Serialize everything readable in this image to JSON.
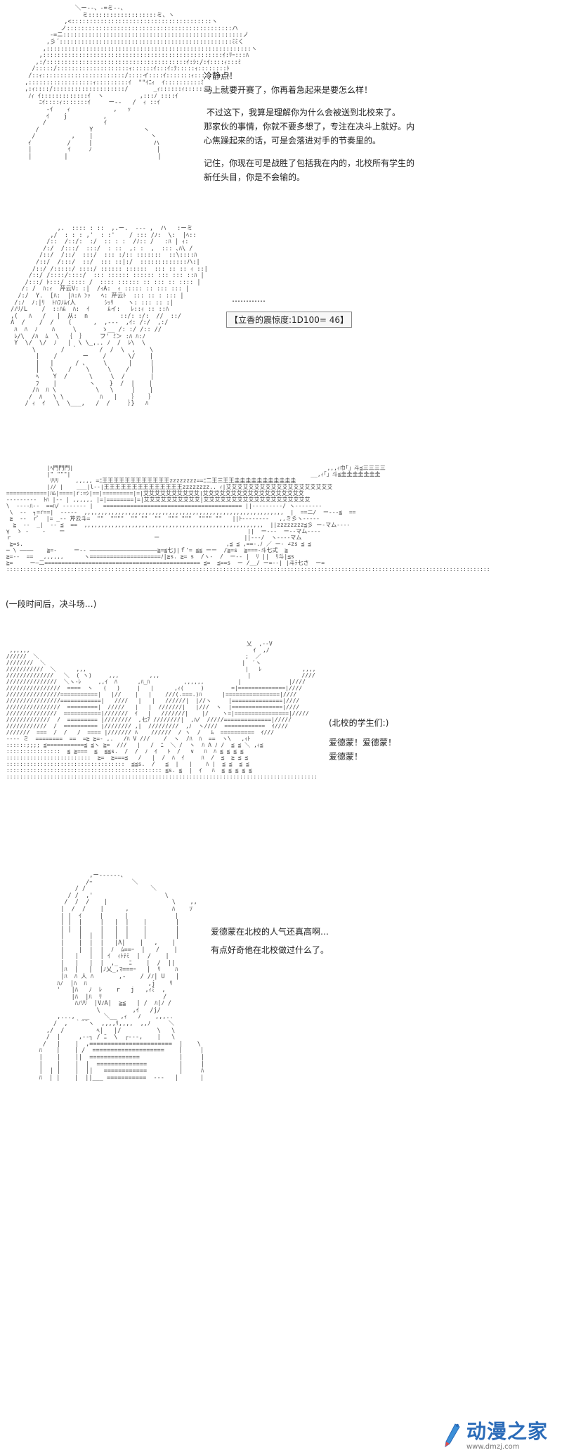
{
  "panels": [
    {
      "id": "panel-1",
      "lines": [
        "冷静点！",
        "马上就要开赛了，你再着急起来是要怎么样！",
        "",
        "不过这下，我算是理解你为什么会被送到北校来了。",
        "那家伙的事情，你就不要多想了，专注在决斗上就好。内",
        "心焦躁起来的话，可是会落进对手的节奏里的。",
        "",
        "记住，你现在可是战胜了包括我在内的，北校所有学生的",
        "新任头目，你是不会输的。"
      ]
    },
    {
      "id": "panel-2",
      "ellipsis": "…………",
      "dice": "【立香的震惊度:1D100= 46】"
    },
    {
      "id": "panel-3",
      "caption": "(一段时间后，决斗场…)"
    },
    {
      "id": "panel-4",
      "lines": [
        "(北校的学生们:)",
        "",
        "爱德蒙！爱德蒙！",
        "爱德蒙！"
      ]
    },
    {
      "id": "panel-5",
      "lines": [
        "爱德蒙在北校的人气还真高啊…",
        "有点好奇他在北校做过什么了。"
      ]
    }
  ],
  "watermark": {
    "name": "动漫之家",
    "url": "www.dmzj.com"
  }
}
